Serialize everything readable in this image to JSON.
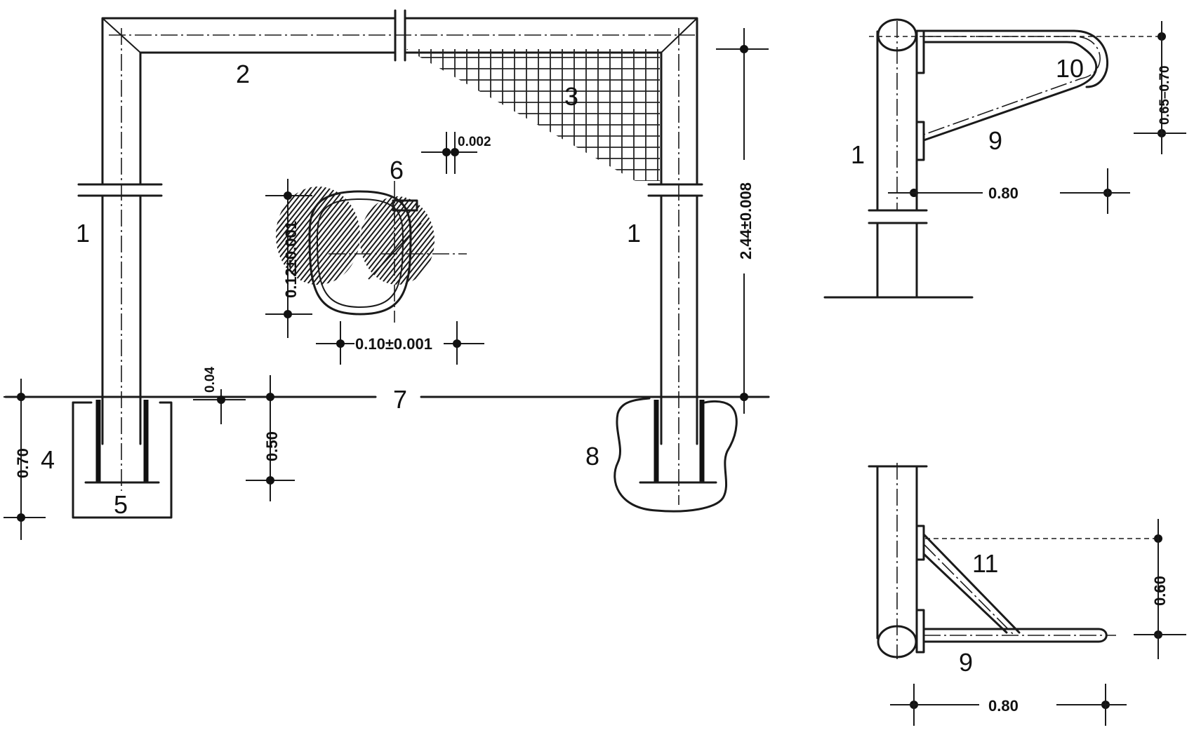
{
  "labels": {
    "post_left": "1",
    "post_right": "1",
    "crossbar": "2",
    "net": "3",
    "foundation_block": "4",
    "foundation_base": "5",
    "profile": "6",
    "ground": "7",
    "foundation_irregular": "8",
    "support_upper": "9",
    "support_lower": "9",
    "net_bow": "10",
    "strut": "11",
    "side_top_post": "1"
  },
  "dimensions": {
    "net_depth_top": "0.65–0.70",
    "base_depth_top": "0.80",
    "height": "2.44±0.008",
    "profile_width": "0.10±0.001",
    "profile_height": "0.12±0.001",
    "gap": "0.002",
    "ground_depth": "0.50",
    "foundation_depth": "0.70",
    "sleeve": "0.04",
    "strut_height": "0.60",
    "base_depth_bottom": "0.80"
  },
  "colors": {
    "line": "#1a1a1a",
    "background": "#ffffff"
  }
}
